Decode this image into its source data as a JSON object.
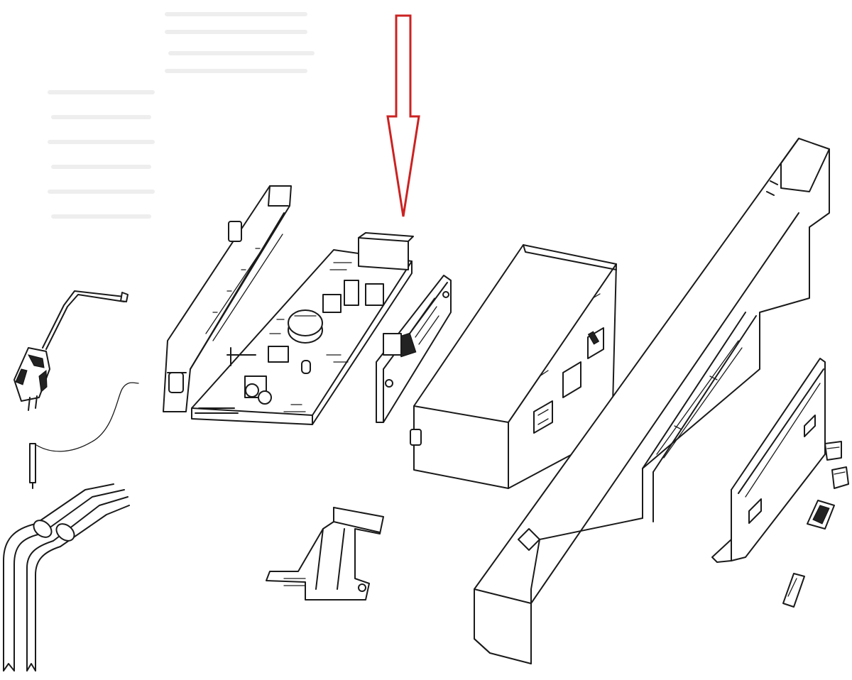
{
  "diagram": {
    "type": "exploded-parts-view",
    "labels": [],
    "colors": {
      "line": "#1a1a1a",
      "background": "#ffffff",
      "highlight_arrow": "#cc2222"
    },
    "highlighted_part": "control-board",
    "parts": [
      {
        "id": "front-bracket",
        "icon": "bracket-frame"
      },
      {
        "id": "control-board",
        "icon": "circuit-board"
      },
      {
        "id": "display-board",
        "icon": "circuit-board"
      },
      {
        "id": "board-housing",
        "icon": "box-housing"
      },
      {
        "id": "control-panel-cover",
        "icon": "panel-cover"
      },
      {
        "id": "button-panel",
        "icon": "panel-cover"
      },
      {
        "id": "button-keys",
        "icon": "push-button"
      },
      {
        "id": "mounting-bracket",
        "icon": "bracket-frame"
      },
      {
        "id": "mains-plug-cable",
        "icon": "power-plug"
      },
      {
        "id": "sensor-cable",
        "icon": "cable"
      },
      {
        "id": "water-hoses",
        "icon": "hose"
      }
    ]
  }
}
